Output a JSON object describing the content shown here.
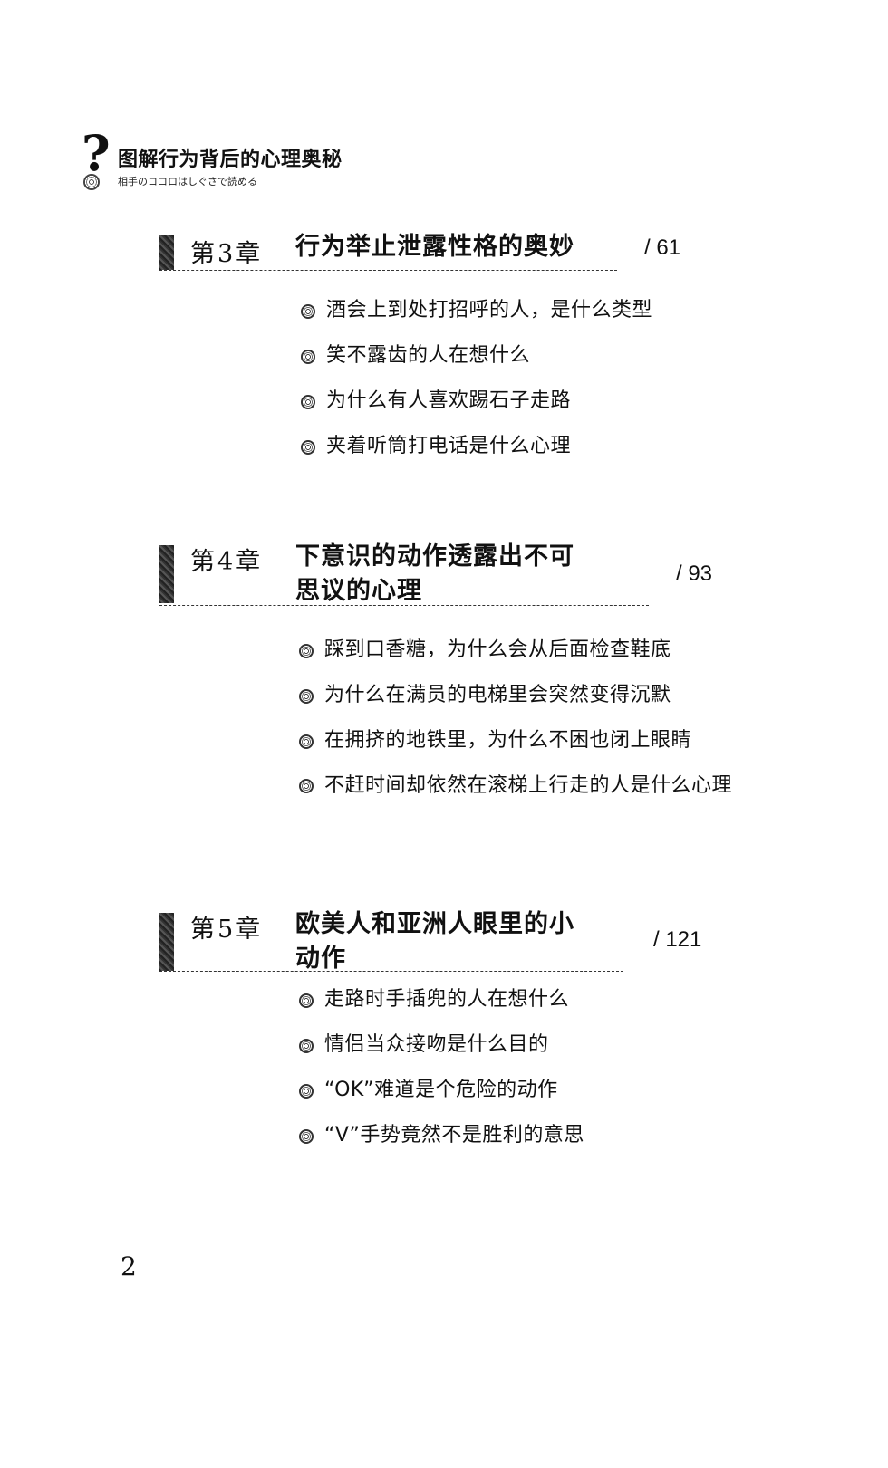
{
  "header": {
    "mark": "?",
    "title": "图解行为背后的心理奥秘",
    "subtitle": "相手のココロはしぐさで読める"
  },
  "chapters": [
    {
      "number": "第3章",
      "title_lines": [
        "行为举止泄露性格的奥妙"
      ],
      "page": "/ 61",
      "items": [
        "酒会上到处打招呼的人，是什么类型",
        "笑不露齿的人在想什么",
        "为什么有人喜欢踢石子走路",
        "夹着听筒打电话是什么心理"
      ]
    },
    {
      "number": "第4章",
      "title_lines": [
        "下意识的动作透露出不可",
        "思议的心理"
      ],
      "page": "/ 93",
      "items": [
        "踩到口香糖，为什么会从后面检查鞋底",
        "为什么在满员的电梯里会突然变得沉默",
        "在拥挤的地铁里，为什么不困也闭上眼睛",
        "不赶时间却依然在滚梯上行走的人是什么心理"
      ]
    },
    {
      "number": "第5章",
      "title_lines": [
        "欧美人和亚洲人眼里的小",
        "动作"
      ],
      "page": "/ 121",
      "items": [
        "走路时手插兜的人在想什么",
        "情侣当众接吻是什么目的",
        "“OK”难道是个危险的动作",
        "“V”手势竟然不是胜利的意思"
      ]
    }
  ],
  "page_number": "2"
}
